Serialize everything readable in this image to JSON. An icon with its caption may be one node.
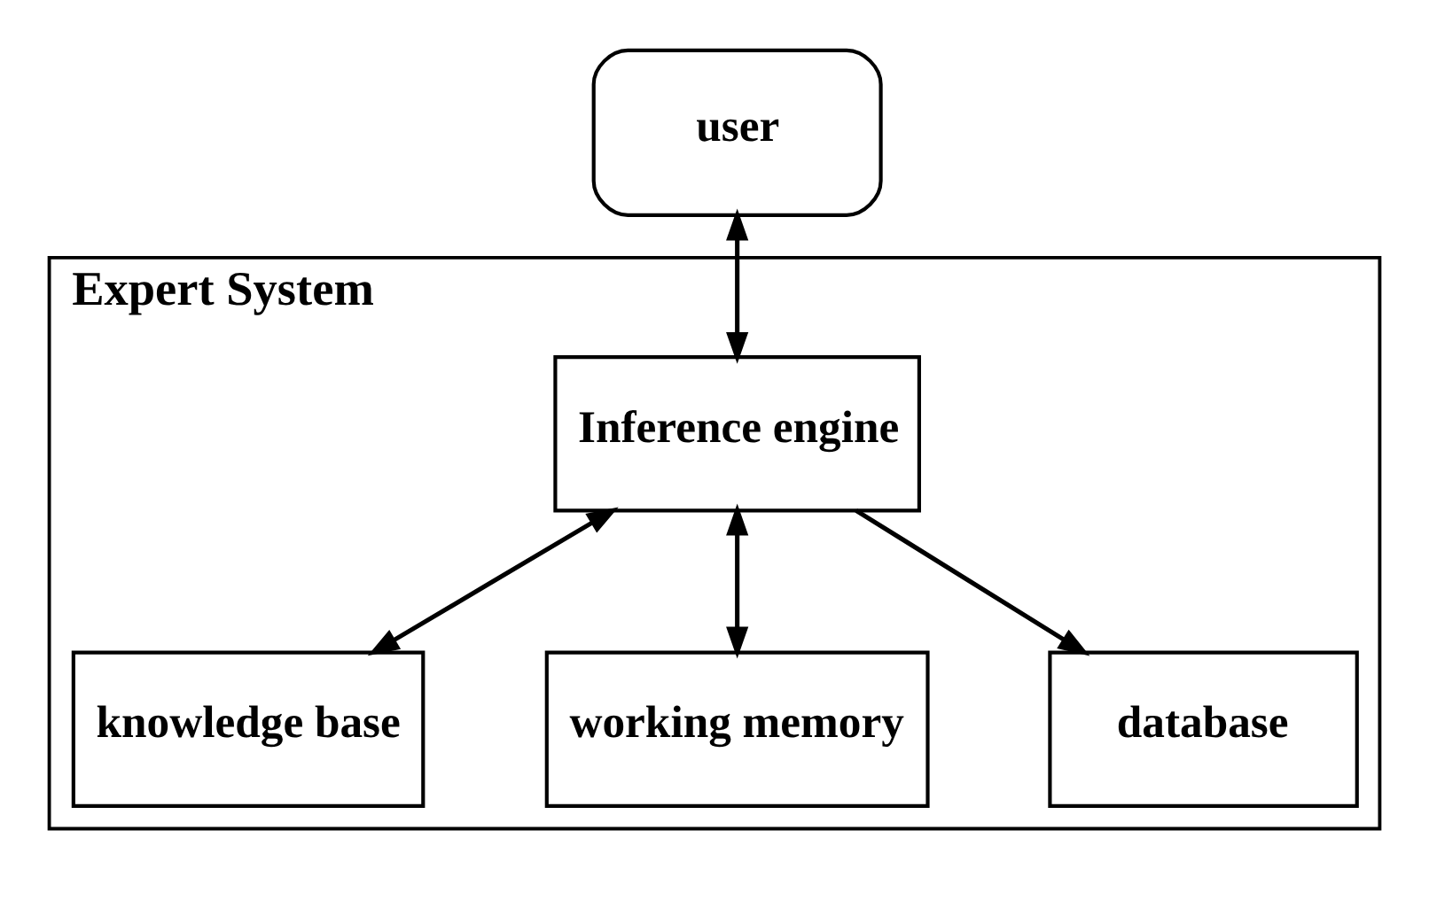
{
  "diagram": {
    "nodes": [
      {
        "text": [
          "user"
        ]
      },
      {
        "text": [
          "Expert System"
        ]
      },
      {
        "text": [
          "Inference engine"
        ],
        "in": 1
      },
      {
        "text": [
          "knowledge base"
        ],
        "in": 1
      },
      {
        "text": [
          "working memory"
        ],
        "in": 1
      },
      {
        "text": [
          "database"
        ],
        "in": 1
      }
    ],
    "edges": [
      {
        "from": 0,
        "to": 2,
        "arrow": "both"
      },
      {
        "from": 2,
        "to": 3,
        "arrow": "both"
      },
      {
        "from": 2,
        "to": 4,
        "arrow": "both"
      },
      {
        "from": 2,
        "to": 5,
        "arrow": "to"
      }
    ]
  }
}
